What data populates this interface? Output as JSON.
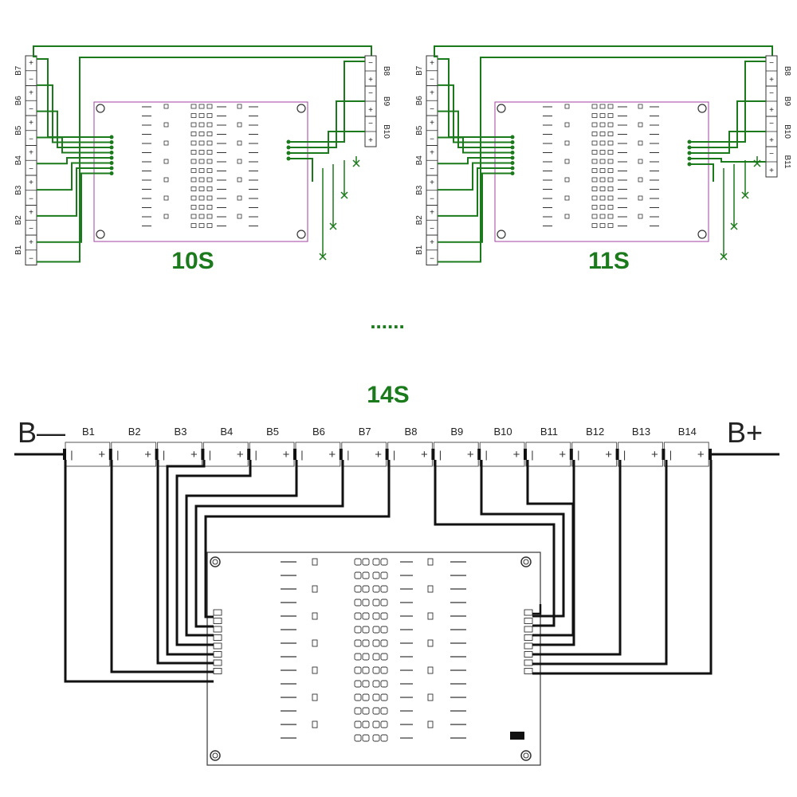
{
  "colors": {
    "green": "#1b7a1b",
    "wire": "#111111",
    "board_outline": "#a040a0",
    "board_outline_big": "#444444"
  },
  "top_left": {
    "title": "10S",
    "left_cells": [
      "B7",
      "B6",
      "B5",
      "B4",
      "B3",
      "B2",
      "B1"
    ],
    "right_cells": [
      "B8",
      "B9",
      "B10"
    ]
  },
  "top_right": {
    "title": "11S",
    "left_cells": [
      "B7",
      "B6",
      "B5",
      "B4",
      "B3",
      "B2",
      "B1"
    ],
    "right_cells": [
      "B8",
      "B9",
      "B10",
      "B11"
    ]
  },
  "ellipsis": "......",
  "bottom": {
    "title": "14S",
    "b_minus": "B—",
    "b_plus": "B+",
    "cells": [
      "B1",
      "B2",
      "B3",
      "B4",
      "B5",
      "B6",
      "B7",
      "B8",
      "B9",
      "B10",
      "B11",
      "B12",
      "B13",
      "B14"
    ],
    "minus_sign": "|",
    "plus_sign": "+"
  },
  "terminal_signs": {
    "plus": "+",
    "minus": "−"
  }
}
